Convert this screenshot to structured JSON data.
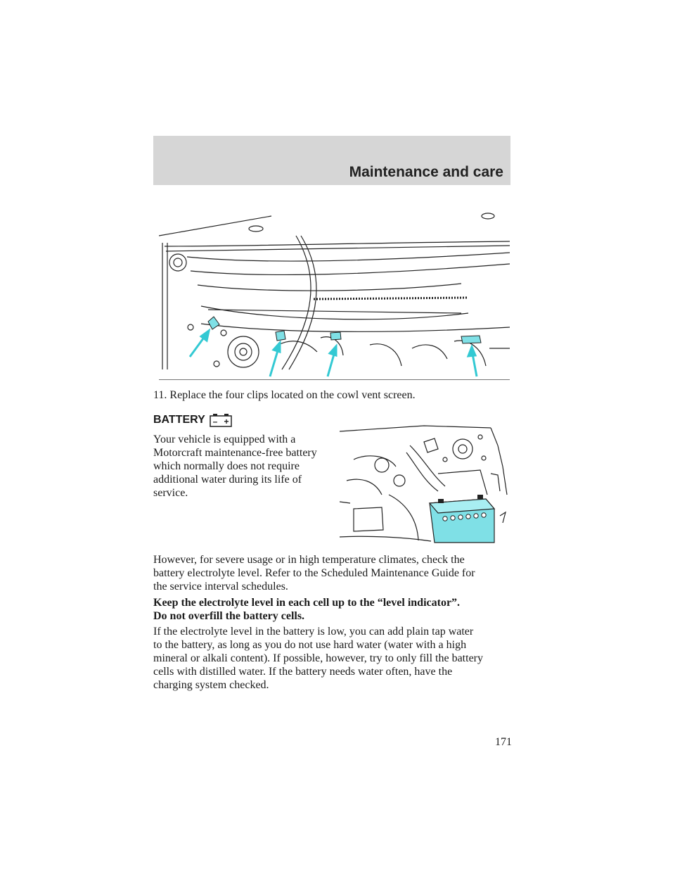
{
  "header": {
    "section_title": "Maintenance and care"
  },
  "step": {
    "text": "11. Replace the four clips located on the cowl vent screen."
  },
  "battery": {
    "heading": "BATTERY",
    "icon_minus": "–",
    "icon_plus": "+",
    "intro_lines": [
      "Your vehicle is equipped with a",
      "Motorcraft maintenance-free battery",
      "which normally does not require",
      "additional water during its life of",
      "service."
    ],
    "severe_lines": [
      "However, for severe usage or in high temperature climates, check the",
      "battery electrolyte level. Refer to the Scheduled Maintenance Guide for",
      "the service interval schedules."
    ],
    "keep_lines": [
      "Keep the electrolyte level in each cell up to the “level indicator”.",
      "Do not overfill the battery cells."
    ],
    "low_lines": [
      "If the electrolyte level in the battery is low, you can add plain tap water",
      "to the battery, as long as you do not use hard water (water with a high",
      "mineral or alkali content). If possible, however, try to only fill the battery",
      "cells with distilled water. If the battery needs water often, have the",
      "charging system checked."
    ]
  },
  "page_number": "171",
  "colors": {
    "highlight": "#7fe0e6",
    "arrow": "#33c9d3",
    "header_band": "#d6d6d6"
  },
  "icons": [
    "battery-icon",
    "clip-arrow-icon"
  ]
}
